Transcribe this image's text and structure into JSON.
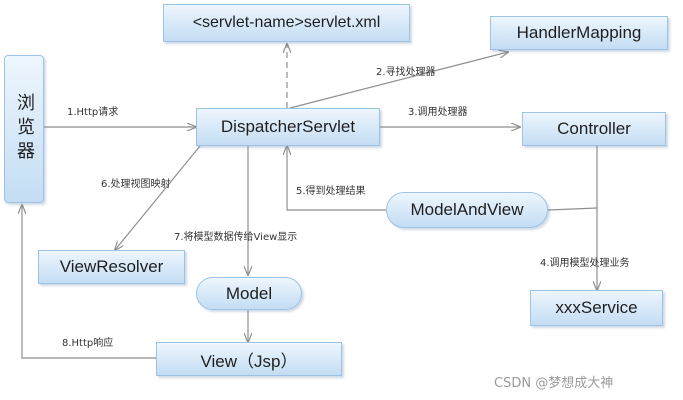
{
  "nodes": {
    "browser": "浏览器",
    "servlet_xml": "<servlet-name>servlet.xml",
    "handler_mapping": "HandlerMapping",
    "dispatcher": "DispatcherServlet",
    "controller": "Controller",
    "model_and_view": "ModelAndView",
    "view_resolver": "ViewResolver",
    "model": "Model",
    "xxx_service": "xxxService",
    "view": "View（Jsp）"
  },
  "edges": {
    "http_request": "1.Http请求",
    "find_handler": "2.寻找处理器",
    "call_handler": "3.调用处理器",
    "call_service": "4.调用模型处理业务",
    "get_result": "5.得到处理结果",
    "view_mapping": "6.处理视图映射",
    "pass_model": "7.将模型数据传给View显示",
    "http_response": "8.Http响应"
  },
  "watermark": "CSDN @梦想成大神",
  "colors": {
    "arrow": "#8f8f8f",
    "node_border": "#9cc3e6",
    "node_fill": "#d6e8f8"
  }
}
